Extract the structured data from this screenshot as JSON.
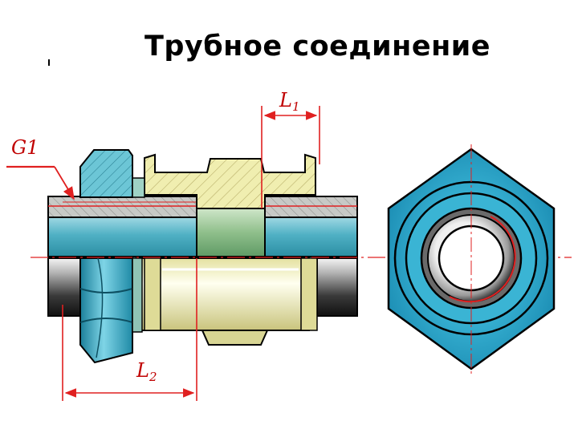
{
  "title": "Трубное соединение",
  "labels": {
    "thread": "G1",
    "length1_main": "L",
    "length1_sub": "1",
    "length2_main": "L",
    "length2_sub": "2"
  },
  "colors": {
    "dimension": "#e02020",
    "pipe": "#53b5c9",
    "nut": "#2aa7c9",
    "coupling": "#f0eeb0",
    "outline": "#000000"
  }
}
